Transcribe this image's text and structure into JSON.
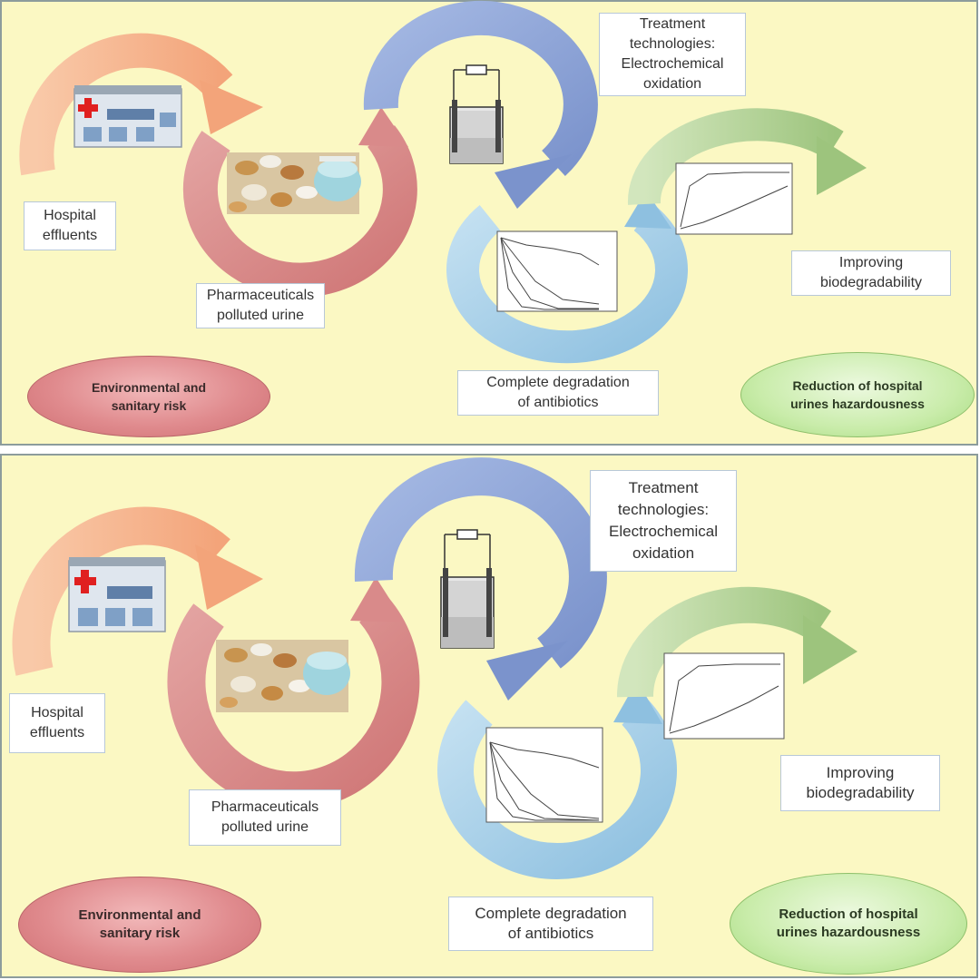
{
  "panels": [
    {
      "labels": {
        "hospital_effluents": [
          "Hospital",
          "effluents"
        ],
        "pharmaceuticals": [
          "Pharmaceuticals",
          "polluted urine"
        ],
        "treatment": [
          "Treatment",
          "technologies:",
          "Electrochemical",
          "oxidation"
        ],
        "degradation": [
          "Complete degradation",
          "of antibiotics"
        ],
        "biodegradability": [
          "Improving",
          "biodegradability"
        ],
        "env_risk": [
          "Environmental and",
          "sanitary risk"
        ],
        "reduction": [
          "Reduction of hospital",
          "urines hazardousness"
        ]
      }
    },
    {
      "labels": {
        "hospital_effluents": [
          "Hospital",
          "effluents"
        ],
        "pharmaceuticals": [
          "Pharmaceuticals",
          "polluted urine"
        ],
        "treatment": [
          "Treatment",
          "technologies:",
          "Electrochemical",
          "oxidation"
        ],
        "degradation": [
          "Complete degradation",
          "of antibiotics"
        ],
        "biodegradability": [
          "Improving",
          "biodegradability"
        ],
        "env_risk": [
          "Environmental and",
          "sanitary risk"
        ],
        "reduction": [
          "Reduction of hospital",
          "urines hazardousness"
        ]
      }
    }
  ],
  "colors": {
    "background": "#fbf8c3",
    "arrow_peach": "#f7b78f",
    "arrow_rose": "#d98a8a",
    "arrow_steel_blue": "#8fa4d6",
    "arrow_light_blue": "#a6cde6",
    "arrow_green": "#b5d39a",
    "oval_red": "#e08b8e",
    "oval_green": "#c9ecaa"
  },
  "icons": [
    "hospital-icon",
    "pills-photo",
    "electrochemical-cell-icon",
    "degradation-plot-thumbnail",
    "biodegradability-plot-thumbnail"
  ]
}
